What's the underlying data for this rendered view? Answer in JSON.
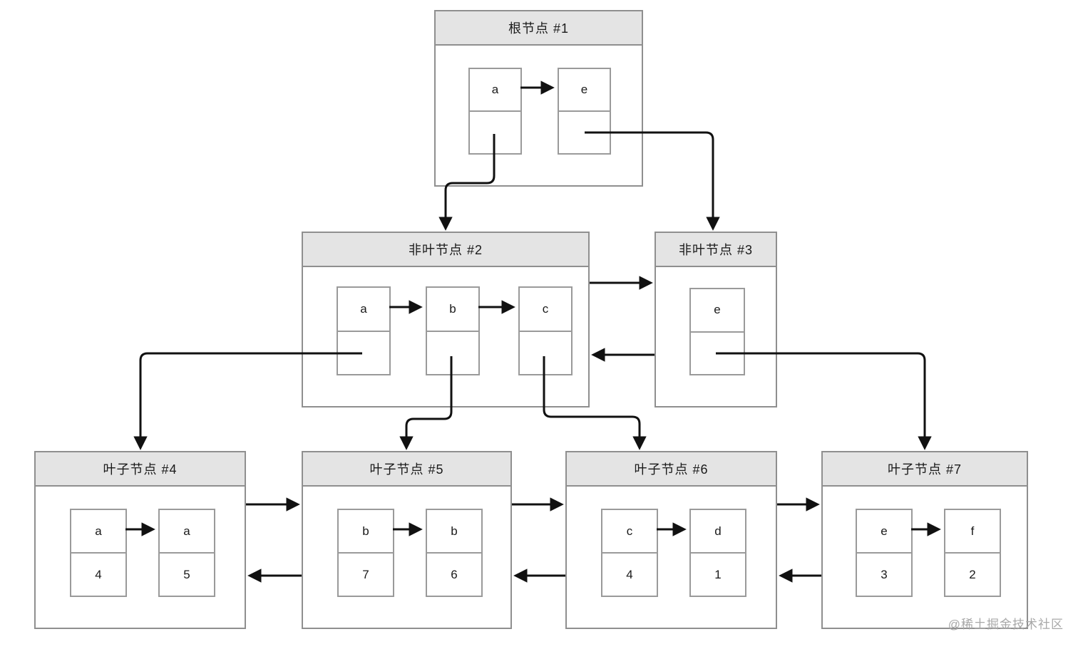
{
  "page": {
    "background": "#ffffff",
    "watermark": "@稀土掘金技术社区"
  },
  "colors": {
    "node_border": "#8f8f8f",
    "cell_border": "#9a9a9a",
    "header_bg": "#e4e4e4",
    "arrow": "#111111",
    "text": "#1a1a1a",
    "watermark": "#a8a8a8"
  },
  "nodes": [
    {
      "id": "1",
      "type": "root",
      "title": "根节点 #1",
      "cells": [
        {
          "key": "a",
          "value": ""
        },
        {
          "key": "e",
          "value": ""
        }
      ]
    },
    {
      "id": "2",
      "type": "internal",
      "title": "非叶节点 #2",
      "cells": [
        {
          "key": "a",
          "value": ""
        },
        {
          "key": "b",
          "value": ""
        },
        {
          "key": "c",
          "value": ""
        }
      ]
    },
    {
      "id": "3",
      "type": "internal",
      "title": "非叶节点 #3",
      "cells": [
        {
          "key": "e",
          "value": ""
        }
      ]
    },
    {
      "id": "4",
      "type": "leaf",
      "title": "叶子节点 #4",
      "cells": [
        {
          "key": "a",
          "value": "4"
        },
        {
          "key": "a",
          "value": "5"
        }
      ]
    },
    {
      "id": "5",
      "type": "leaf",
      "title": "叶子节点 #5",
      "cells": [
        {
          "key": "b",
          "value": "7"
        },
        {
          "key": "b",
          "value": "6"
        }
      ]
    },
    {
      "id": "6",
      "type": "leaf",
      "title": "叶子节点 #6",
      "cells": [
        {
          "key": "c",
          "value": "4"
        },
        {
          "key": "d",
          "value": "1"
        }
      ]
    },
    {
      "id": "7",
      "type": "leaf",
      "title": "叶子节点 #7",
      "cells": [
        {
          "key": "e",
          "value": "3"
        },
        {
          "key": "f",
          "value": "2"
        }
      ]
    }
  ],
  "links": [
    {
      "from": "node-1-cell-a",
      "to": "node-1-cell-e",
      "kind": "key-order-arrow"
    },
    {
      "from": "node-2-cell-a",
      "to": "node-2-cell-b",
      "kind": "key-order-arrow"
    },
    {
      "from": "node-2-cell-b",
      "to": "node-2-cell-c",
      "kind": "key-order-arrow"
    },
    {
      "from": "node-4-cell-1",
      "to": "node-4-cell-2",
      "kind": "key-order-arrow"
    },
    {
      "from": "node-5-cell-1",
      "to": "node-5-cell-2",
      "kind": "key-order-arrow"
    },
    {
      "from": "node-6-cell-1",
      "to": "node-6-cell-2",
      "kind": "key-order-arrow"
    },
    {
      "from": "node-7-cell-1",
      "to": "node-7-cell-2",
      "kind": "key-order-arrow"
    },
    {
      "from": "node-1-cell-a",
      "to": "node-2",
      "kind": "child-pointer"
    },
    {
      "from": "node-1-cell-e",
      "to": "node-3",
      "kind": "child-pointer"
    },
    {
      "from": "node-2-cell-a",
      "to": "node-4",
      "kind": "child-pointer"
    },
    {
      "from": "node-2-cell-b",
      "to": "node-5",
      "kind": "child-pointer"
    },
    {
      "from": "node-2-cell-c",
      "to": "node-6",
      "kind": "child-pointer"
    },
    {
      "from": "node-3-cell-e",
      "to": "node-7",
      "kind": "child-pointer"
    },
    {
      "from": "node-2",
      "to": "node-3",
      "kind": "sibling-link-right"
    },
    {
      "from": "node-3",
      "to": "node-2",
      "kind": "sibling-link-left"
    },
    {
      "from": "node-4",
      "to": "node-5",
      "kind": "sibling-link-right"
    },
    {
      "from": "node-5",
      "to": "node-4",
      "kind": "sibling-link-left"
    },
    {
      "from": "node-5",
      "to": "node-6",
      "kind": "sibling-link-right"
    },
    {
      "from": "node-6",
      "to": "node-5",
      "kind": "sibling-link-left"
    },
    {
      "from": "node-6",
      "to": "node-7",
      "kind": "sibling-link-right"
    },
    {
      "from": "node-7",
      "to": "node-6",
      "kind": "sibling-link-left"
    }
  ]
}
